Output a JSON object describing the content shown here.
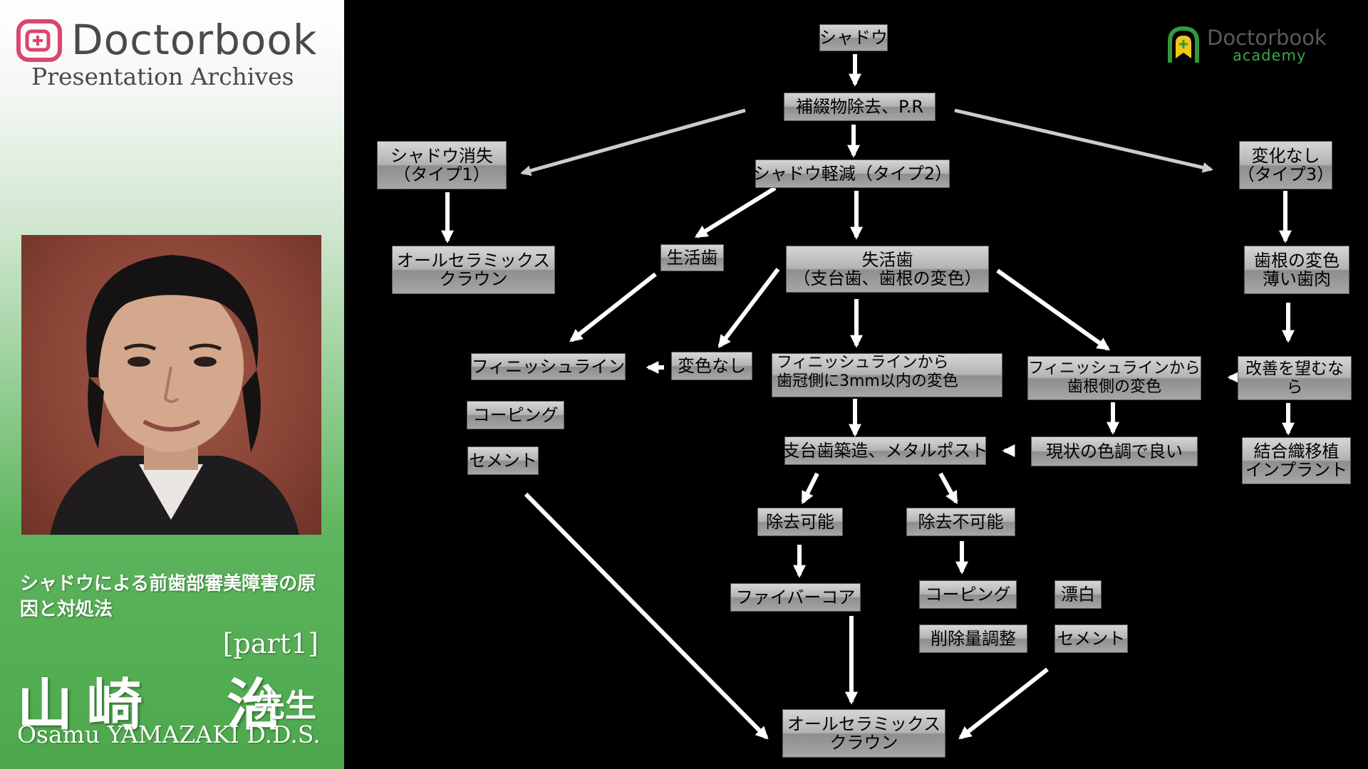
{
  "sidebar": {
    "brand_name": "Doctorbook",
    "brand_sub": "Presentation Archives",
    "talk_title": "シャドウによる前歯部審美障害の原因と対処法",
    "talk_part": "[part1]",
    "speaker_jp": "山崎　治",
    "speaker_honorific": "先生",
    "speaker_en": "Osamu YAMAZAKI D.D.S."
  },
  "academy": {
    "name": "Doctorbook",
    "sub": "academy"
  },
  "diagram": {
    "n_shadow": "シャドウ",
    "n_removal": "補綴物除去、P.R",
    "n_type1": [
      "シャドウ消失",
      "（タイプ1）"
    ],
    "n_type2": "シャドウ軽減（タイプ2）",
    "n_type3": [
      "変化なし",
      "（タイプ3）"
    ],
    "n_ceramic1": [
      "オールセラミックス",
      "クラウン"
    ],
    "n_vital": "生活歯",
    "n_nonvital": [
      "失活歯",
      "（支台歯、歯根の変色）"
    ],
    "n_root_gum": [
      "歯根の変色",
      "薄い歯肉"
    ],
    "n_finish": "フィニッシュライン",
    "n_nochange": "変色なし",
    "n_finish_3mm": [
      "フィニッシュラインから",
      "歯冠側に3mm以内の変色"
    ],
    "n_finish_root": [
      "フィニッシュラインから",
      "歯根側の変色"
    ],
    "n_improve": [
      "改善を望むな",
      "ら"
    ],
    "n_coping1": "コーピング",
    "n_cement1": "セメント",
    "n_abutment": "支台歯築造、メタルポスト",
    "n_current": "現状の色調で良い",
    "n_graft": [
      "結合織移植",
      "インプラント"
    ],
    "n_removable": "除去可能",
    "n_nonremovable": "除去不可能",
    "n_fibercore": "ファイバーコア",
    "n_coping2": "コーピング",
    "n_bleach": "漂白",
    "n_reduction": "削除量調整",
    "n_cement2": "セメント",
    "n_ceramic2": [
      "オールセラミックス",
      "クラウン"
    ]
  }
}
